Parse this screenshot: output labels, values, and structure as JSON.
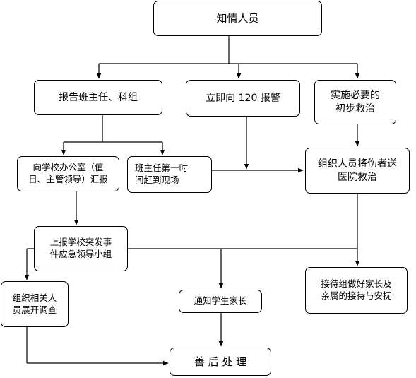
{
  "nodes": {
    "n1": "知情人员",
    "n2": "报告班主任、科组",
    "n3": "立即向 120 报警",
    "n4": "实施必要的\n初步救治",
    "n5": "向学校办公室（值\n日、主管领导）汇报",
    "n6": "班主任第一时\n间赶到现场",
    "n7": "组织人员将伤者送\n医院救治",
    "n8": "上报学校突发事\n件应急领导小组",
    "n9": "组织相关人\n员展开调查",
    "n10": "通知学生家长",
    "n11": "接待组做好家长及\n亲属的接待与安抚",
    "n12": "善 后 处 理"
  }
}
